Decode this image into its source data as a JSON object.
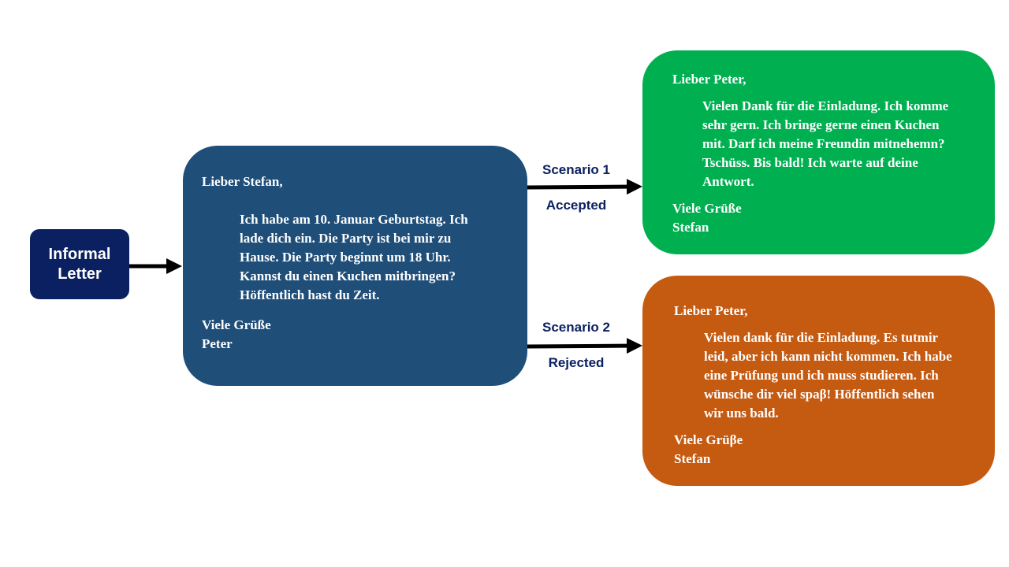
{
  "start": {
    "lines": [
      "Informal",
      "Letter"
    ]
  },
  "invitation": {
    "greeting": "Lieber Stefan,",
    "body_lines": [
      "Ich habe am 10. Januar Geburtstag. Ich",
      "lade dich ein. Die Party ist bei mir zu",
      "Hause. Die Party beginnt um  18 Uhr.",
      "Kannst du einen Kuchen mitbringen?",
      "Höffentlich hast du Zeit."
    ],
    "closing": "Viele Grüße",
    "signature": "Peter"
  },
  "scenario1": {
    "title": "Scenario 1",
    "outcome": "Accepted",
    "greeting": "Lieber  Peter,",
    "body_lines": [
      "Vielen Dank für die Einladung. Ich komme",
      "sehr gern. Ich bringe gerne einen Kuchen",
      "mit.  Darf ich meine Freundin mitnehemn?",
      "Tschüss. Bis bald! Ich warte auf deine",
      "Antwort."
    ],
    "closing": "Viele Grüße",
    "signature": "Stefan"
  },
  "scenario2": {
    "title": "Scenario 2",
    "outcome": "Rejected",
    "greeting": "Lieber Peter,",
    "body_lines": [
      "Vielen dank für die Einladung.  Es tutmir",
      "leid, aber ich kann nicht kommen. Ich habe",
      "eine Prüfung und ich muss studieren. Ich",
      "wünsche dir viel spaβ! Höffentlich sehen",
      "wir uns bald."
    ],
    "closing": "Viele Grüβe",
    "signature": "Stefan"
  },
  "colors": {
    "start": "#0b2060",
    "invitation": "#1f4e79",
    "accepted": "#00b050",
    "rejected": "#c55a11",
    "label_text": "#0b2060",
    "arrow": "#000000"
  }
}
